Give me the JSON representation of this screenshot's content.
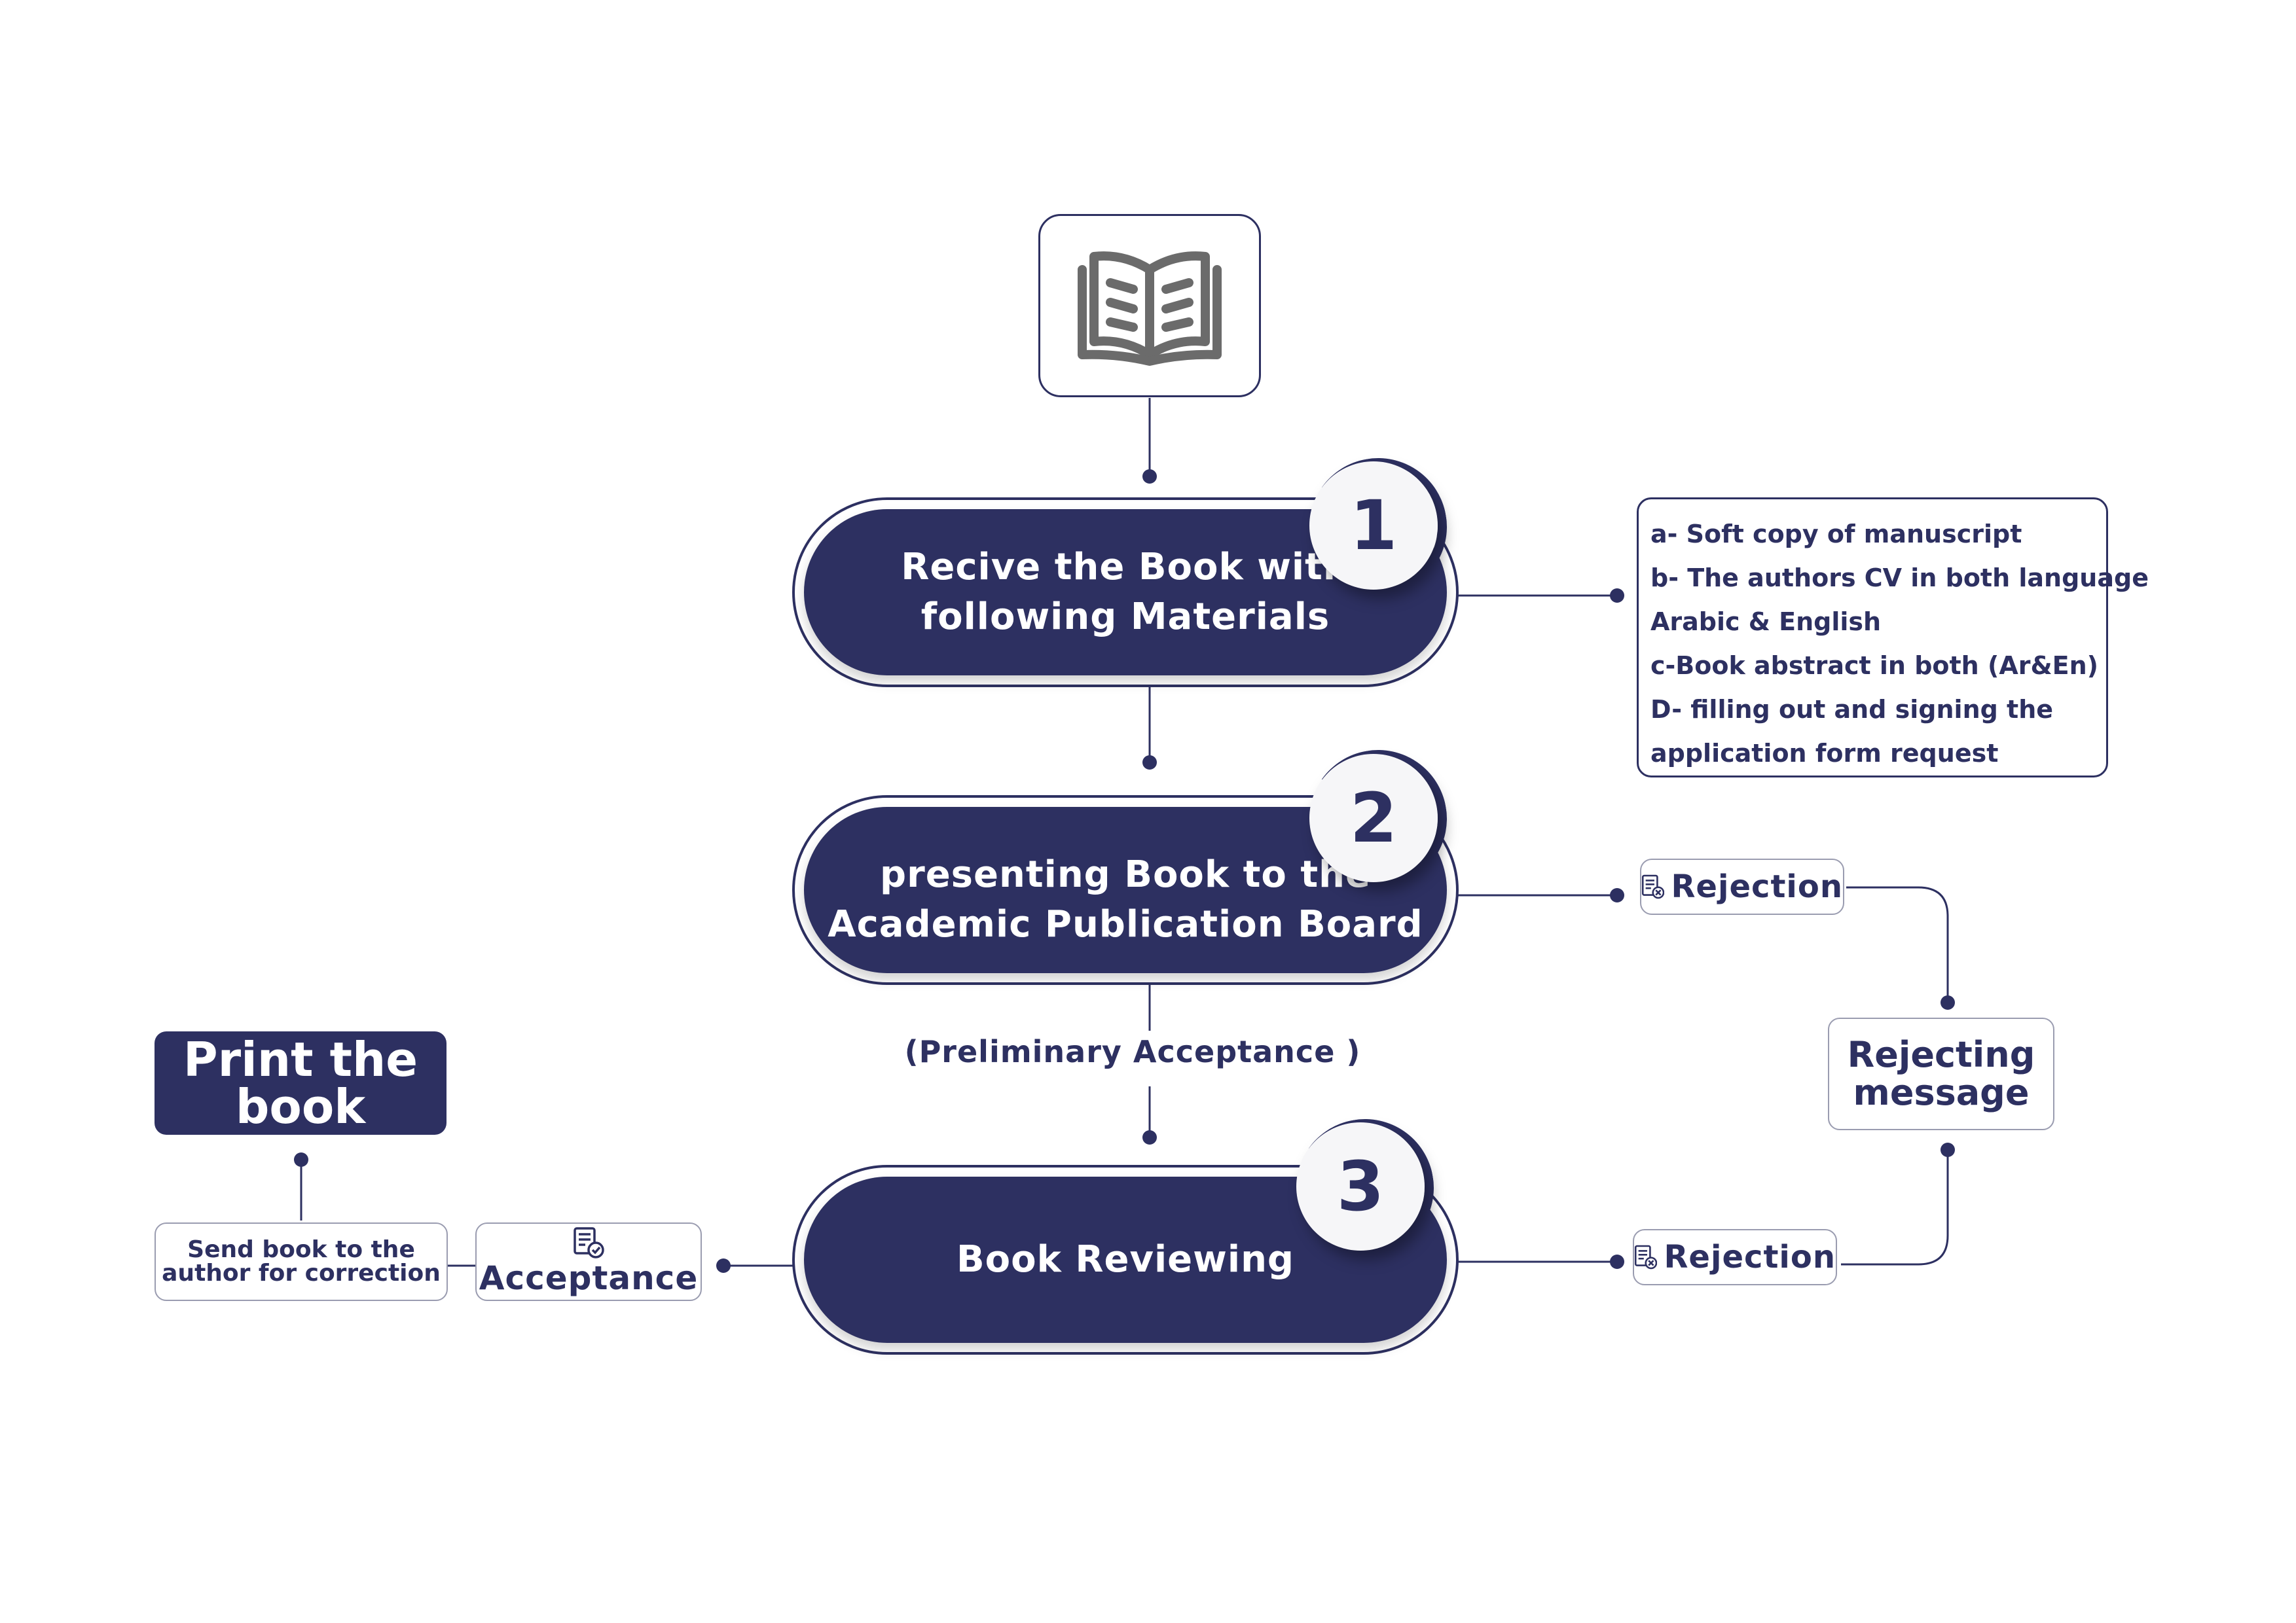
{
  "colors": {
    "primary": "#2d3061",
    "box_border": "#9a9cb0",
    "circle_bg": "#f6f6f8"
  },
  "top_icon": {
    "icon": "open-book-icon"
  },
  "steps": [
    {
      "number": "1",
      "title_line1": "Recive the Book with",
      "title_line2": "following Materials"
    },
    {
      "number": "2",
      "title_line1": "presenting Book to  the",
      "title_line2": "Academic Publication Board"
    },
    {
      "number": "3",
      "title": "Book Reviewing"
    }
  ],
  "materials": [
    "a- Soft copy of manuscript",
    "b- The authors CV in both language",
    "Arabic & English",
    "c-Book abstract in both (Ar&En)",
    "D- filling out and signing the",
    "application form request"
  ],
  "rejection_1": {
    "label": "Rejection",
    "icon": "document-reject-icon"
  },
  "rejection_2": {
    "label": "Rejection",
    "icon": "document-reject-icon"
  },
  "rejecting_message": {
    "line1": "Rejecting",
    "line2": "message"
  },
  "preliminary": "(Preliminary Acceptance )",
  "acceptance": {
    "label": "Acceptance",
    "icon": "document-check-icon"
  },
  "send_back": {
    "line1": "Send book to the",
    "line2": "author for correction"
  },
  "print": {
    "line1": "Print the",
    "line2": "book"
  }
}
